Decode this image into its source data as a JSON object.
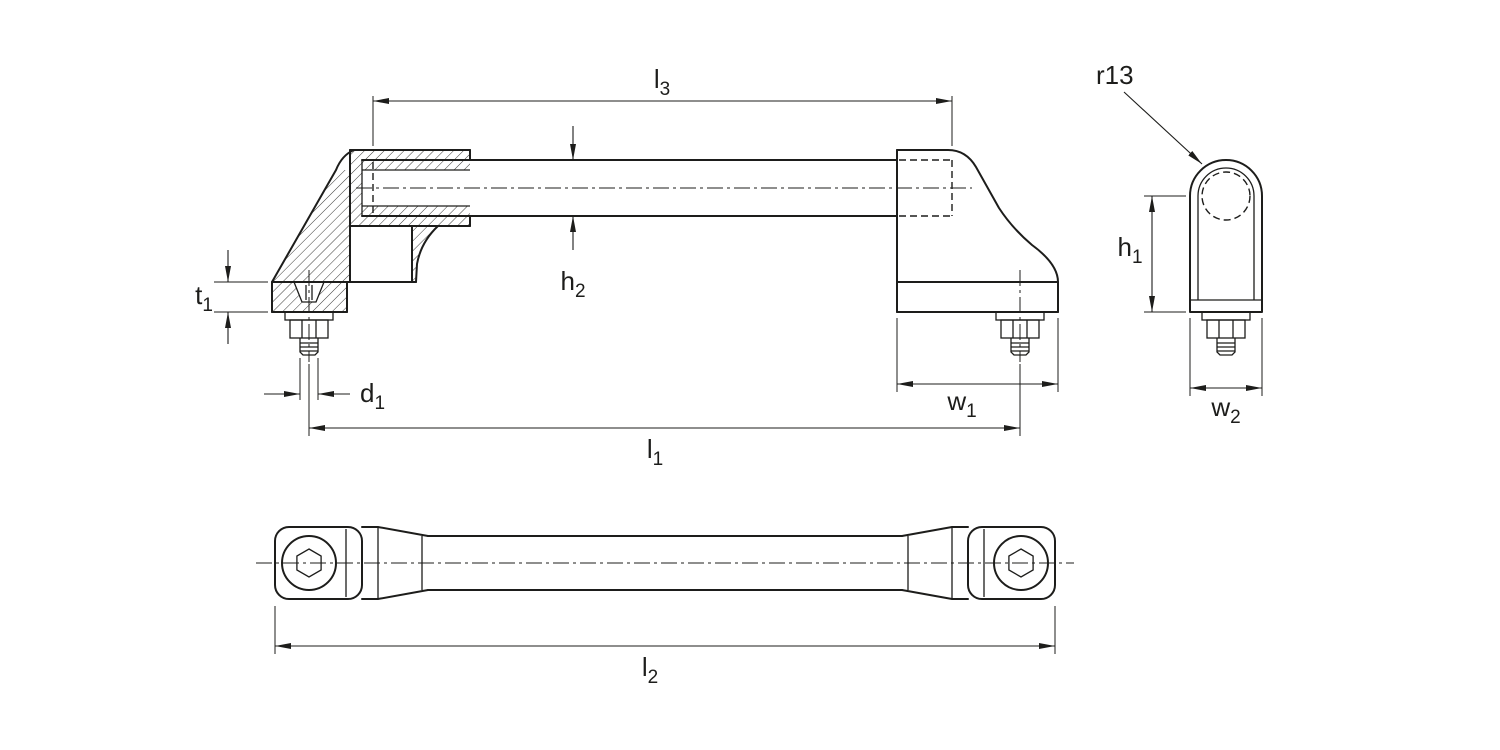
{
  "drawing": {
    "colors": {
      "line": "#1d1d1b",
      "background": "#ffffff"
    },
    "labels": {
      "l3": {
        "base": "l",
        "sub": "3"
      },
      "h2": {
        "base": "h",
        "sub": "2"
      },
      "t1": {
        "base": "t",
        "sub": "1"
      },
      "d1": {
        "base": "d",
        "sub": "1"
      },
      "w1": {
        "base": "w",
        "sub": "1"
      },
      "l1": {
        "base": "l",
        "sub": "1"
      },
      "r13": {
        "base": "r13",
        "sub": ""
      },
      "h1": {
        "base": "h",
        "sub": "1"
      },
      "w2": {
        "base": "w",
        "sub": "2"
      },
      "l2": {
        "base": "l",
        "sub": "2"
      }
    }
  }
}
